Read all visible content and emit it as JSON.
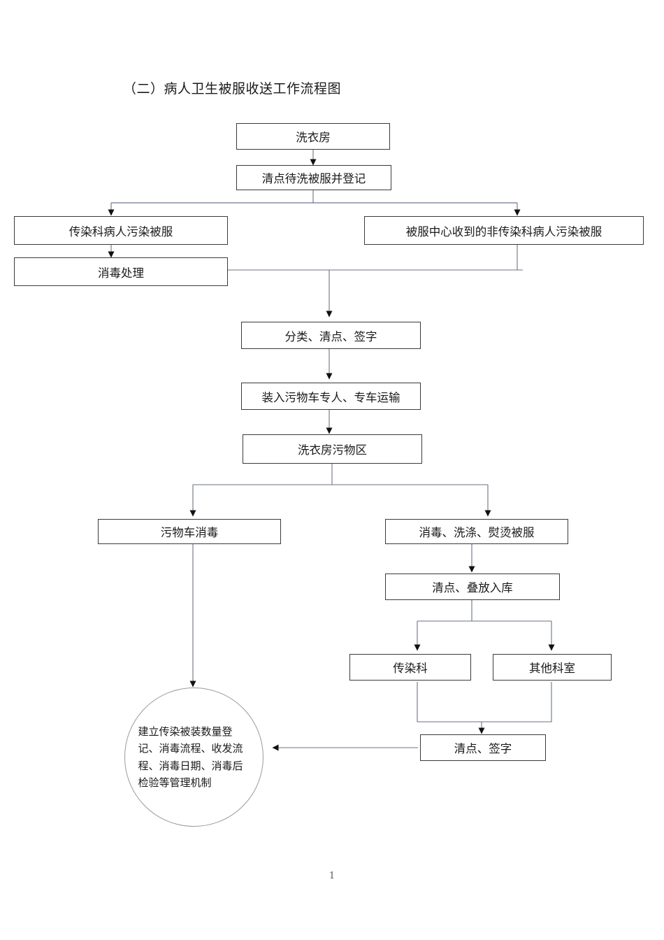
{
  "document": {
    "title": "（二）病人卫生被服收送工作流程图",
    "page_number": "1"
  },
  "chart_data": {
    "type": "diagram",
    "title": "（二）病人卫生被服收送工作流程图",
    "nodes": [
      {
        "id": "n1",
        "label": "洗衣房",
        "shape": "rect"
      },
      {
        "id": "n2",
        "label": "清点待洗被服并登记",
        "shape": "rect"
      },
      {
        "id": "n3",
        "label": "传染科病人污染被服",
        "shape": "rect"
      },
      {
        "id": "n4",
        "label": "被服中心收到的非传染科病人污染被服",
        "shape": "rect"
      },
      {
        "id": "n5",
        "label": "消毒处理",
        "shape": "rect"
      },
      {
        "id": "n6",
        "label": "分类、清点、签字",
        "shape": "rect"
      },
      {
        "id": "n7",
        "label": "装入污物车专人、专车运输",
        "shape": "rect"
      },
      {
        "id": "n8",
        "label": "洗衣房污物区",
        "shape": "rect"
      },
      {
        "id": "n9",
        "label": "污物车消毒",
        "shape": "rect"
      },
      {
        "id": "n10",
        "label": "消毒、洗涤、熨烫被服",
        "shape": "rect"
      },
      {
        "id": "n11",
        "label": "清点、叠放入库",
        "shape": "rect"
      },
      {
        "id": "n12",
        "label": "传染科",
        "shape": "rect"
      },
      {
        "id": "n13",
        "label": "其他科室",
        "shape": "rect"
      },
      {
        "id": "n14",
        "label": "清点、签字",
        "shape": "rect"
      },
      {
        "id": "n15",
        "label": "建立传染被装数量登记、消毒流程、收发流程、消毒日期、消毒后检验等管理机制",
        "shape": "circle"
      }
    ],
    "edges": [
      {
        "from": "n1",
        "to": "n2"
      },
      {
        "from": "n2",
        "to": "n3"
      },
      {
        "from": "n2",
        "to": "n4"
      },
      {
        "from": "n3",
        "to": "n5"
      },
      {
        "from": "n5",
        "to": "n6"
      },
      {
        "from": "n4",
        "to": "n6"
      },
      {
        "from": "n6",
        "to": "n7"
      },
      {
        "from": "n7",
        "to": "n8"
      },
      {
        "from": "n8",
        "to": "n9"
      },
      {
        "from": "n8",
        "to": "n10"
      },
      {
        "from": "n10",
        "to": "n11"
      },
      {
        "from": "n11",
        "to": "n12"
      },
      {
        "from": "n11",
        "to": "n13"
      },
      {
        "from": "n12",
        "to": "n14"
      },
      {
        "from": "n13",
        "to": "n14"
      },
      {
        "from": "n14",
        "to": "n15"
      },
      {
        "from": "n9",
        "to": "n15"
      }
    ],
    "colors": {
      "node_border": "#3a3a3a",
      "circle_border": "#9a9a9a",
      "edge": "#6b7280",
      "arrow": "#111111",
      "text": "#1a1a1a",
      "background": "#ffffff"
    }
  }
}
